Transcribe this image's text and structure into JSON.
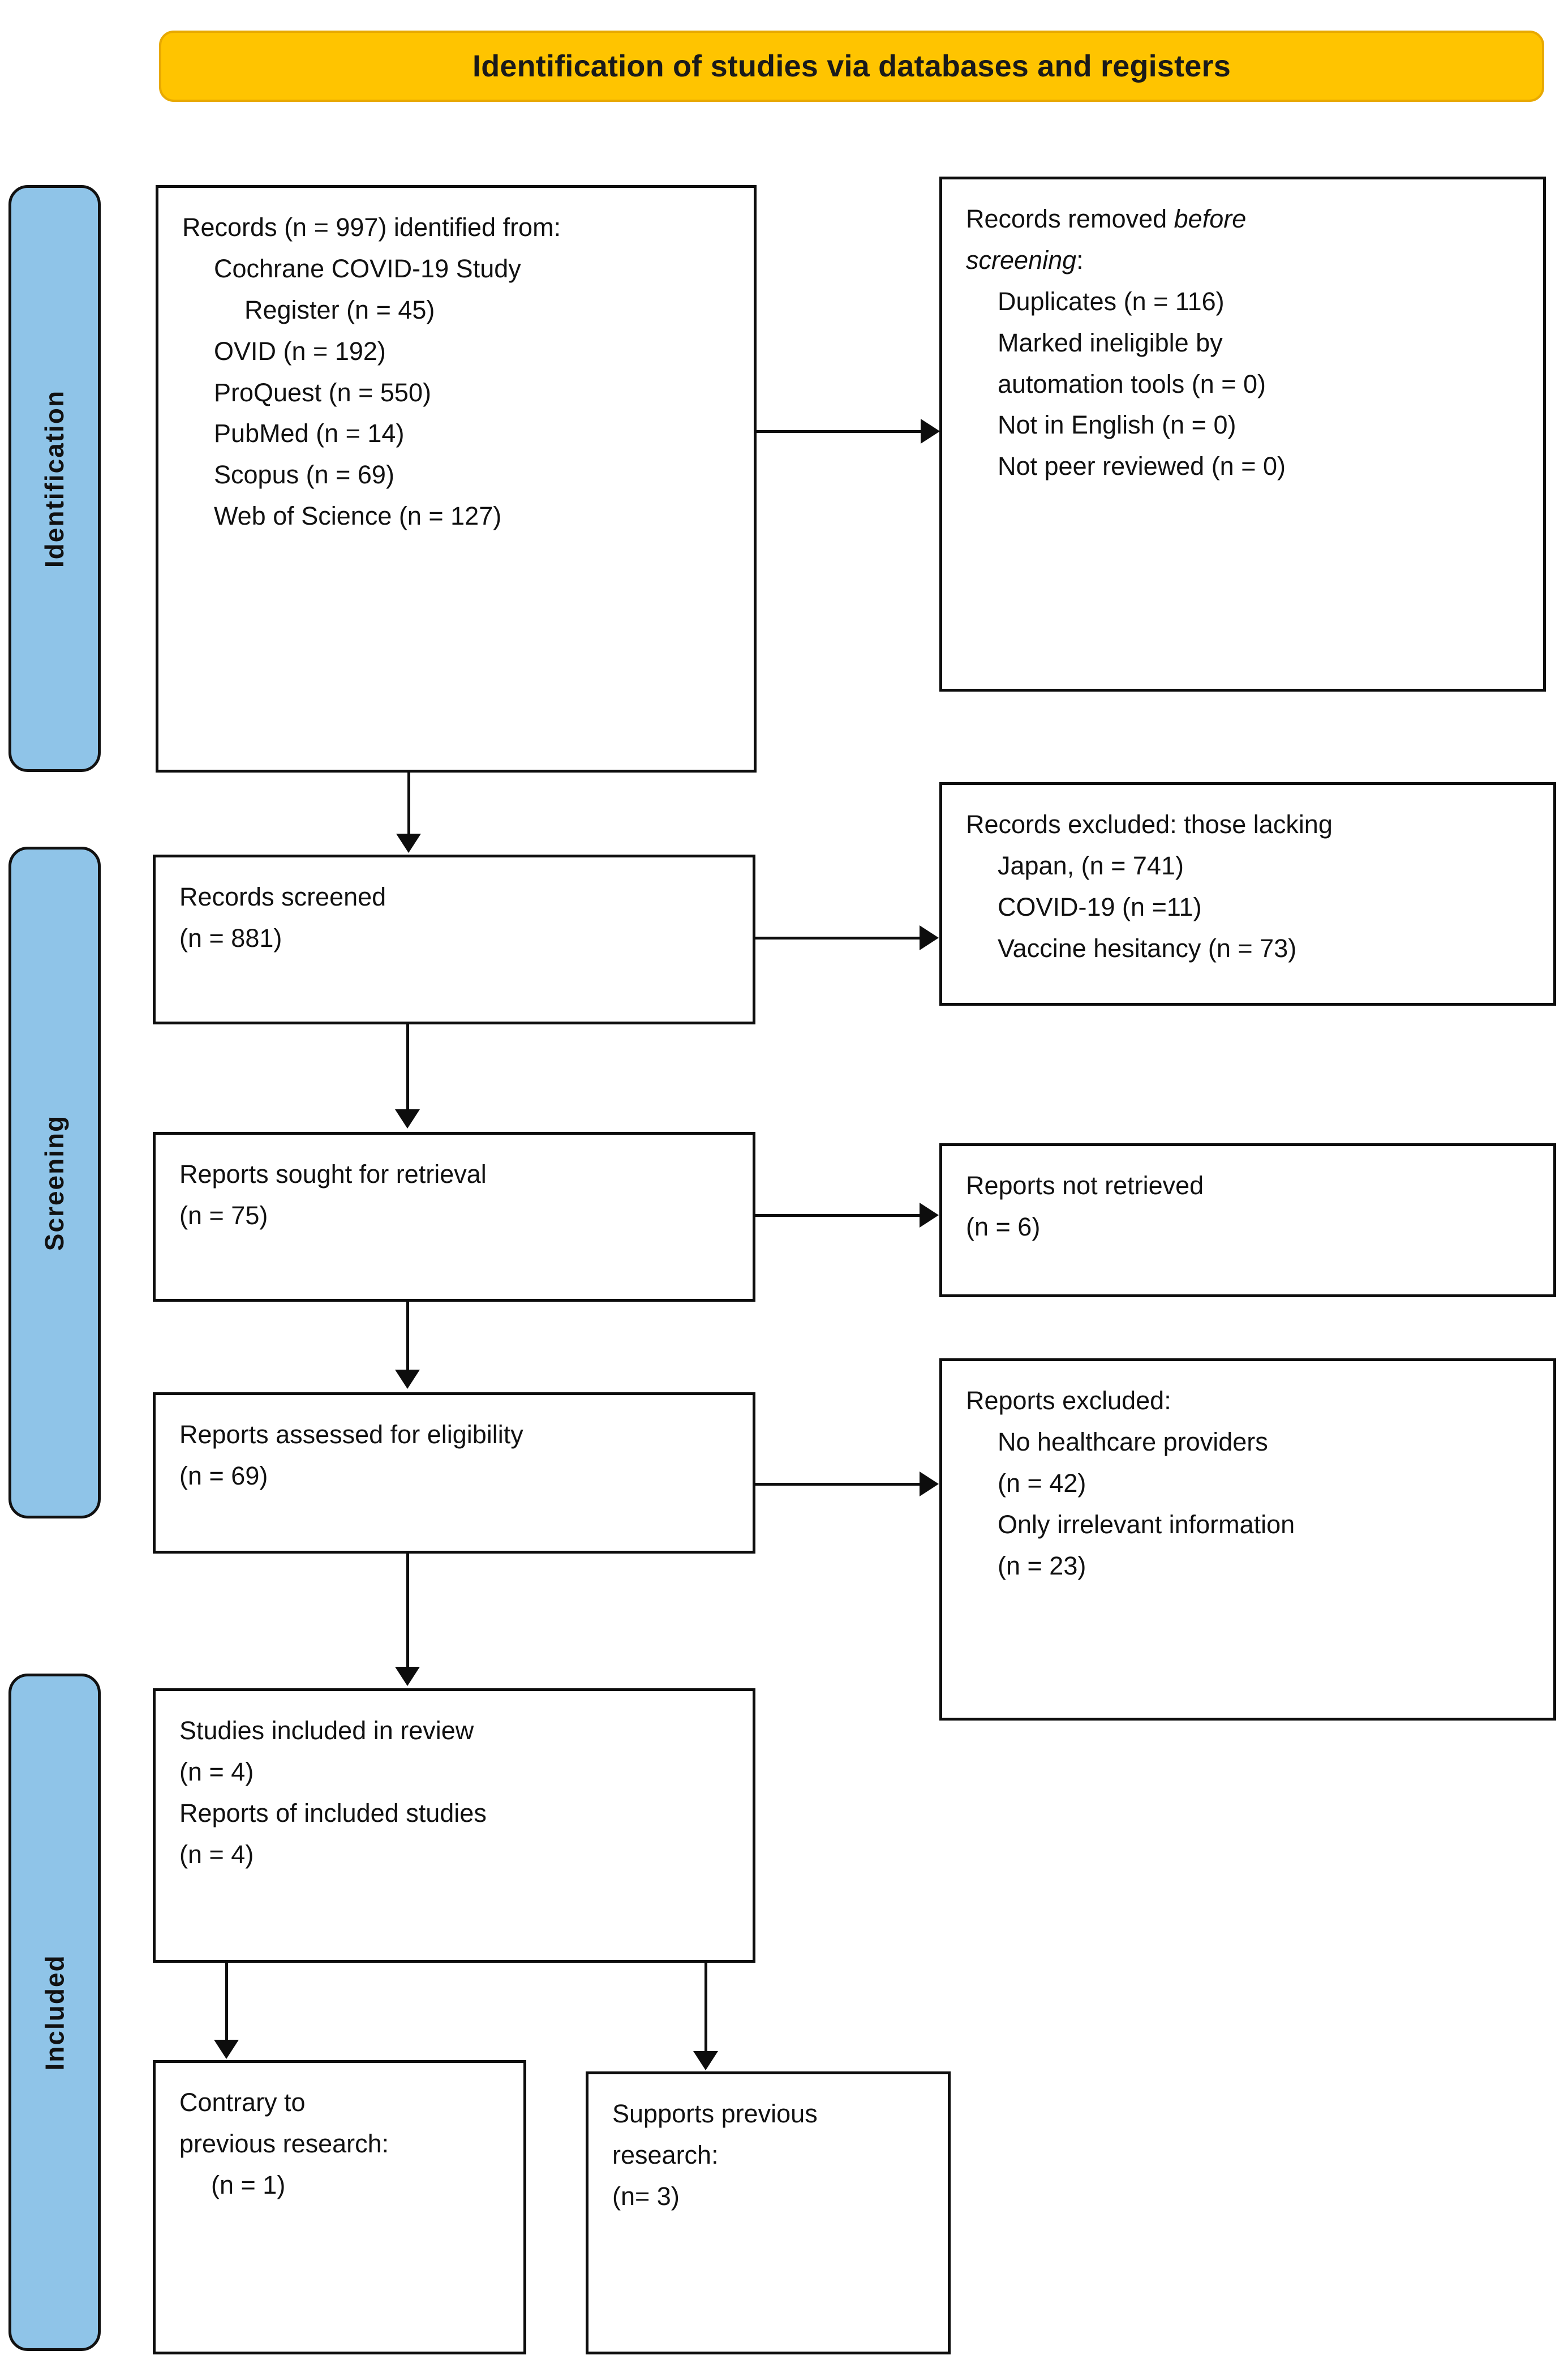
{
  "banner": {
    "title": "Identification of studies via databases and registers"
  },
  "rails": [
    {
      "key": "identification",
      "label": "Identification"
    },
    {
      "key": "screening",
      "label": "Screening"
    },
    {
      "key": "included",
      "label": "Included"
    }
  ],
  "colors": {
    "banner_fill": "#FFC400",
    "banner_border": "#E8A900",
    "rail_fill": "#8FC4E8",
    "box_border": "#0D0D0D",
    "box_fill": "#FFFFFF",
    "text": "#111111"
  },
  "boxes": {
    "identified": {
      "name": "records-identified",
      "lines": [
        "Records (n = 997) identified from:",
        "Cochrane COVID-19 Study",
        "Register (n = 45)",
        "OVID (n = 192)",
        "ProQuest (n = 550)",
        "PubMed (n = 14)",
        "Scopus (n = 69)",
        "Web of Science (n = 127)"
      ]
    },
    "removed": {
      "name": "records-removed-before-screening",
      "line1_plain": "Records removed ",
      "line1_italic": "before",
      "line2_italic": "screening",
      "line2_plain": ":",
      "lines": [
        "Duplicates (n = 116)",
        "Marked ineligible by",
        "automation tools (n = 0)",
        "Not in English (n = 0)",
        "Not peer reviewed (n = 0)"
      ]
    },
    "screened": {
      "name": "records-screened",
      "lines": [
        "Records screened",
        "(n = 881)"
      ]
    },
    "records_excluded": {
      "name": "records-excluded",
      "lines": [
        "Records excluded: those lacking",
        "Japan, (n = 741)",
        "COVID-19 (n =11)",
        "Vaccine hesitancy (n = 73)"
      ]
    },
    "sought": {
      "name": "reports-sought-for-retrieval",
      "lines": [
        "Reports sought for retrieval",
        "(n = 75)"
      ]
    },
    "not_retrieved": {
      "name": "reports-not-retrieved",
      "lines": [
        "Reports not retrieved",
        "(n = 6)"
      ]
    },
    "assessed": {
      "name": "reports-assessed-for-eligibility",
      "lines": [
        "Reports assessed for eligibility",
        "(n = 69)"
      ]
    },
    "reports_excluded": {
      "name": "reports-excluded",
      "lines": [
        "Reports excluded:",
        "No healthcare providers",
        "(n = 42)",
        "Only irrelevant information",
        "(n = 23)"
      ]
    },
    "included": {
      "name": "studies-included-in-review",
      "lines": [
        "Studies included in review",
        "(n = 4)",
        "Reports of included studies",
        "(n = 4)"
      ]
    },
    "contrary": {
      "name": "contrary-to-previous-research",
      "lines": [
        "Contrary to",
        "previous research:",
        "(n = 1)"
      ]
    },
    "supports": {
      "name": "supports-previous-research",
      "lines": [
        "Supports previous",
        "research:",
        "(n= 3)"
      ]
    }
  },
  "chart_data": {
    "type": "diagram",
    "title": "Identification of studies via databases and registers",
    "stages": [
      "Identification",
      "Screening",
      "Included"
    ],
    "nodes": [
      {
        "id": "identified",
        "stage": "Identification",
        "label": "Records identified from databases/registers",
        "n": 997,
        "breakdown": [
          {
            "source": "Cochrane COVID-19 Study Register",
            "n": 45
          },
          {
            "source": "OVID",
            "n": 192
          },
          {
            "source": "ProQuest",
            "n": 550
          },
          {
            "source": "PubMed",
            "n": 14
          },
          {
            "source": "Scopus",
            "n": 69
          },
          {
            "source": "Web of Science",
            "n": 127
          }
        ]
      },
      {
        "id": "removed",
        "stage": "Identification",
        "label": "Records removed before screening",
        "breakdown": [
          {
            "reason": "Duplicates",
            "n": 116
          },
          {
            "reason": "Marked ineligible by automation tools",
            "n": 0
          },
          {
            "reason": "Not in English",
            "n": 0
          },
          {
            "reason": "Not peer reviewed",
            "n": 0
          }
        ]
      },
      {
        "id": "screened",
        "stage": "Screening",
        "label": "Records screened",
        "n": 881
      },
      {
        "id": "records_excluded",
        "stage": "Screening",
        "label": "Records excluded: those lacking",
        "breakdown": [
          {
            "reason": "Japan",
            "n": 741
          },
          {
            "reason": "COVID-19",
            "n": 11
          },
          {
            "reason": "Vaccine hesitancy",
            "n": 73
          }
        ]
      },
      {
        "id": "sought",
        "stage": "Screening",
        "label": "Reports sought for retrieval",
        "n": 75
      },
      {
        "id": "not_retrieved",
        "stage": "Screening",
        "label": "Reports not retrieved",
        "n": 6
      },
      {
        "id": "assessed",
        "stage": "Screening",
        "label": "Reports assessed for eligibility",
        "n": 69
      },
      {
        "id": "reports_excluded",
        "stage": "Screening",
        "label": "Reports excluded",
        "breakdown": [
          {
            "reason": "No healthcare providers",
            "n": 42
          },
          {
            "reason": "Only irrelevant information",
            "n": 23
          }
        ]
      },
      {
        "id": "included",
        "stage": "Included",
        "label": "Studies included in review",
        "n": 4,
        "breakdown": [
          {
            "reason": "Reports of included studies",
            "n": 4
          }
        ]
      },
      {
        "id": "contrary",
        "stage": "Included",
        "label": "Contrary to previous research",
        "n": 1
      },
      {
        "id": "supports",
        "stage": "Included",
        "label": "Supports previous research",
        "n": 3
      }
    ],
    "edges": [
      {
        "from": "identified",
        "to": "removed",
        "direction": "right"
      },
      {
        "from": "identified",
        "to": "screened",
        "direction": "down"
      },
      {
        "from": "screened",
        "to": "records_excluded",
        "direction": "right"
      },
      {
        "from": "screened",
        "to": "sought",
        "direction": "down"
      },
      {
        "from": "sought",
        "to": "not_retrieved",
        "direction": "right"
      },
      {
        "from": "sought",
        "to": "assessed",
        "direction": "down"
      },
      {
        "from": "assessed",
        "to": "reports_excluded",
        "direction": "right"
      },
      {
        "from": "assessed",
        "to": "included",
        "direction": "down"
      },
      {
        "from": "included",
        "to": "contrary",
        "direction": "down"
      },
      {
        "from": "included",
        "to": "supports",
        "direction": "down"
      }
    ]
  }
}
